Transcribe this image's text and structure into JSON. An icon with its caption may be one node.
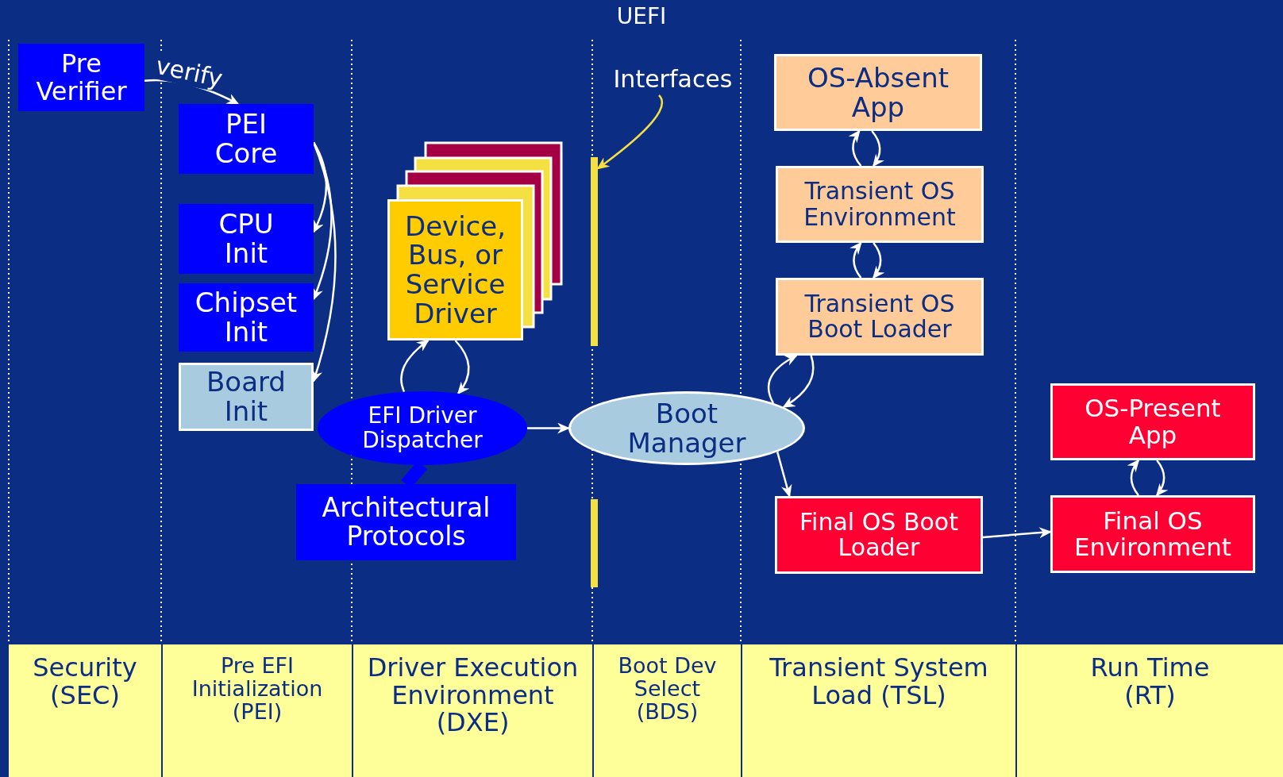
{
  "diagram": {
    "title": "UEFI",
    "nodes": [
      {
        "text": [
          "Pre Verifier"
        ]
      },
      {
        "text": [
          "PEI Core"
        ]
      },
      {
        "text": [
          "CPU Init"
        ]
      },
      {
        "text": [
          "Chipset Init"
        ]
      },
      {
        "text": [
          "Board Init"
        ]
      },
      {
        "text": [
          "Device, Bus, or Service Driver"
        ]
      },
      {
        "text": [
          "EFI Driver Dispatcher"
        ]
      },
      {
        "text": [
          "Architectural Protocols"
        ]
      },
      {
        "text": [
          "Interfaces"
        ]
      },
      {
        "text": [],
        "shape": "bar"
      },
      {
        "text": [],
        "shape": "bar"
      },
      {
        "text": [
          "Boot Manager"
        ]
      },
      {
        "text": [
          "OS-Absent App"
        ]
      },
      {
        "text": [
          "Transient OS Environment"
        ]
      },
      {
        "text": [
          "Transient OS Boot Loader"
        ]
      },
      {
        "text": [
          "Final OS Boot Loader"
        ]
      },
      {
        "text": [
          "OS-Present App"
        ]
      },
      {
        "text": [
          "Final OS Environment"
        ]
      },
      {
        "text": [
          "Security (SEC)"
        ]
      },
      {
        "text": [
          "Pre EFI Initialization (PEI)"
        ]
      },
      {
        "text": [
          "Driver Execution Environment (DXE)"
        ]
      },
      {
        "text": [
          "Boot Dev Select (BDS)"
        ]
      },
      {
        "text": [
          "Transient System Load (TSL)"
        ]
      },
      {
        "text": [
          "Run Time (RT)"
        ]
      }
    ],
    "edges": [
      {
        "from": 0,
        "to": 1,
        "arrow": "to",
        "label": "verify"
      },
      {
        "from": 1,
        "to": 2,
        "arrow": "to"
      },
      {
        "from": 1,
        "to": 3,
        "arrow": "to"
      },
      {
        "from": 1,
        "to": 4,
        "arrow": "to"
      },
      {
        "from": 6,
        "to": 5,
        "arrow": "to"
      },
      {
        "from": 5,
        "to": 6,
        "arrow": "to"
      },
      {
        "from": 6,
        "to": 7,
        "arrow": "none",
        "style": "thick",
        "color": "#0000ff"
      },
      {
        "from": 6,
        "to": 11,
        "arrow": "to"
      },
      {
        "from": 11,
        "to": 14,
        "arrow": "to"
      },
      {
        "from": 14,
        "to": 11,
        "arrow": "to"
      },
      {
        "from": 14,
        "to": 13,
        "arrow": "to"
      },
      {
        "from": 13,
        "to": 14,
        "arrow": "to"
      },
      {
        "from": 13,
        "to": 12,
        "arrow": "to"
      },
      {
        "from": 12,
        "to": 13,
        "arrow": "to"
      },
      {
        "from": 11,
        "to": 15,
        "arrow": "to"
      },
      {
        "from": 15,
        "to": 17,
        "arrow": "to"
      },
      {
        "from": 17,
        "to": 16,
        "arrow": "to"
      },
      {
        "from": 16,
        "to": 17,
        "arrow": "to"
      },
      {
        "from": 8,
        "to": 9,
        "arrow": "to",
        "color": "#f5e042"
      }
    ]
  }
}
